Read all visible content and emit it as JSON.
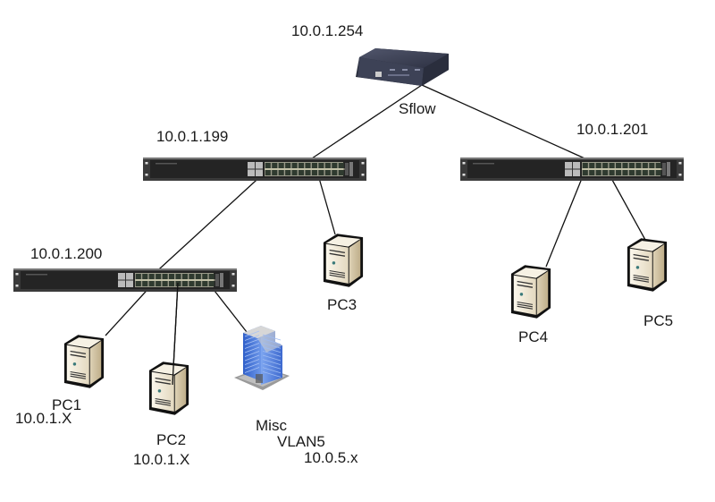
{
  "diagram": {
    "router": {
      "ip": "10.0.1.254",
      "label": "Sflow",
      "icon": "router-icon"
    },
    "switches": [
      {
        "id": "sw199",
        "ip": "10.0.1.199",
        "icon": "switch-icon"
      },
      {
        "id": "sw201",
        "ip": "10.0.1.201",
        "icon": "switch-icon"
      },
      {
        "id": "sw200",
        "ip": "10.0.1.200",
        "icon": "switch-icon"
      }
    ],
    "hosts": [
      {
        "id": "pc1",
        "name": "PC1",
        "ip": "10.0.1.X",
        "icon": "server-tower-icon"
      },
      {
        "id": "pc2",
        "name": "PC2",
        "ip": "10.0.1.X",
        "icon": "server-tower-icon"
      },
      {
        "id": "pc3",
        "name": "PC3",
        "icon": "server-tower-icon"
      },
      {
        "id": "pc4",
        "name": "PC4",
        "icon": "server-tower-icon"
      },
      {
        "id": "pc5",
        "name": "PC5",
        "icon": "server-tower-icon"
      },
      {
        "id": "misc",
        "name": "Misc",
        "vlan": "VLAN5",
        "ip": "10.0.5.x",
        "icon": "building-icon"
      }
    ],
    "links": [
      [
        "router",
        "sw199"
      ],
      [
        "router",
        "sw201"
      ],
      [
        "sw199",
        "sw200"
      ],
      [
        "sw199",
        "pc3"
      ],
      [
        "sw201",
        "pc4"
      ],
      [
        "sw201",
        "pc5"
      ],
      [
        "sw200",
        "pc1"
      ],
      [
        "sw200",
        "pc2"
      ],
      [
        "sw200",
        "misc"
      ]
    ],
    "colors": {
      "link": "#111111",
      "switch_body": "#2e2e2e",
      "router_body": "#3d4256",
      "server_body": "#efe6d2",
      "building_blue": "#4a78d6"
    }
  }
}
